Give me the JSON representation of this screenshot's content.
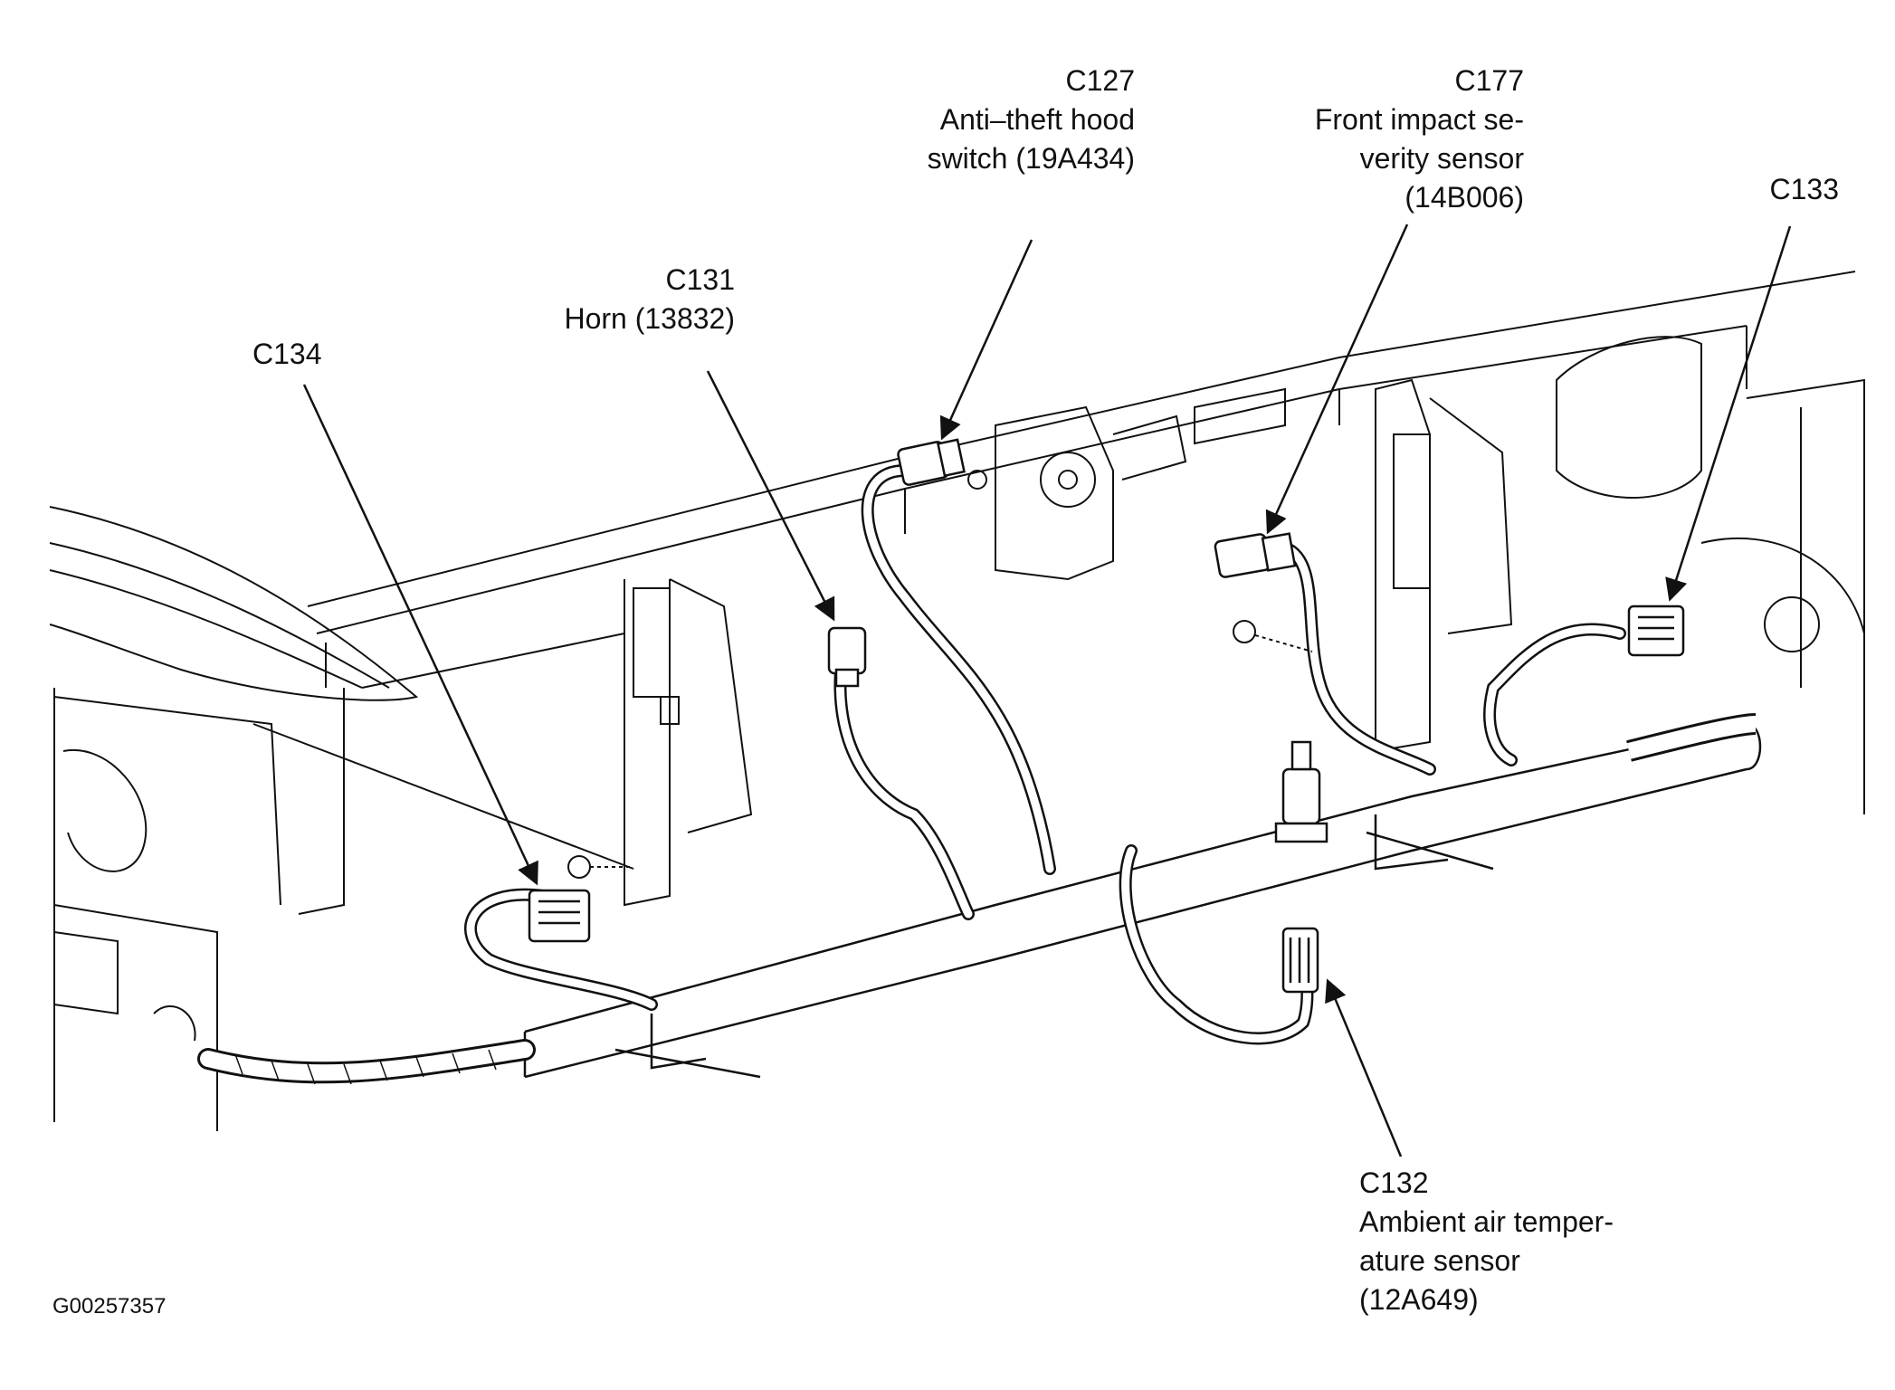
{
  "figure_id": "G00257357",
  "callouts": {
    "c127": {
      "code": "C127",
      "lines": [
        "Anti–theft hood",
        "switch (19A434)"
      ]
    },
    "c177": {
      "code": "C177",
      "lines": [
        "Front impact se-",
        "verity sensor",
        "(14B006)"
      ]
    },
    "c133": {
      "code": "C133",
      "lines": []
    },
    "c131": {
      "code": "C131",
      "lines": [
        "Horn (13832)"
      ]
    },
    "c134": {
      "code": "C134",
      "lines": []
    },
    "c132": {
      "code": "C132",
      "lines": [
        "Ambient air temper-",
        "ature sensor",
        "(12A649)"
      ]
    }
  },
  "colors": {
    "ink": "#111111",
    "background": "#ffffff"
  }
}
